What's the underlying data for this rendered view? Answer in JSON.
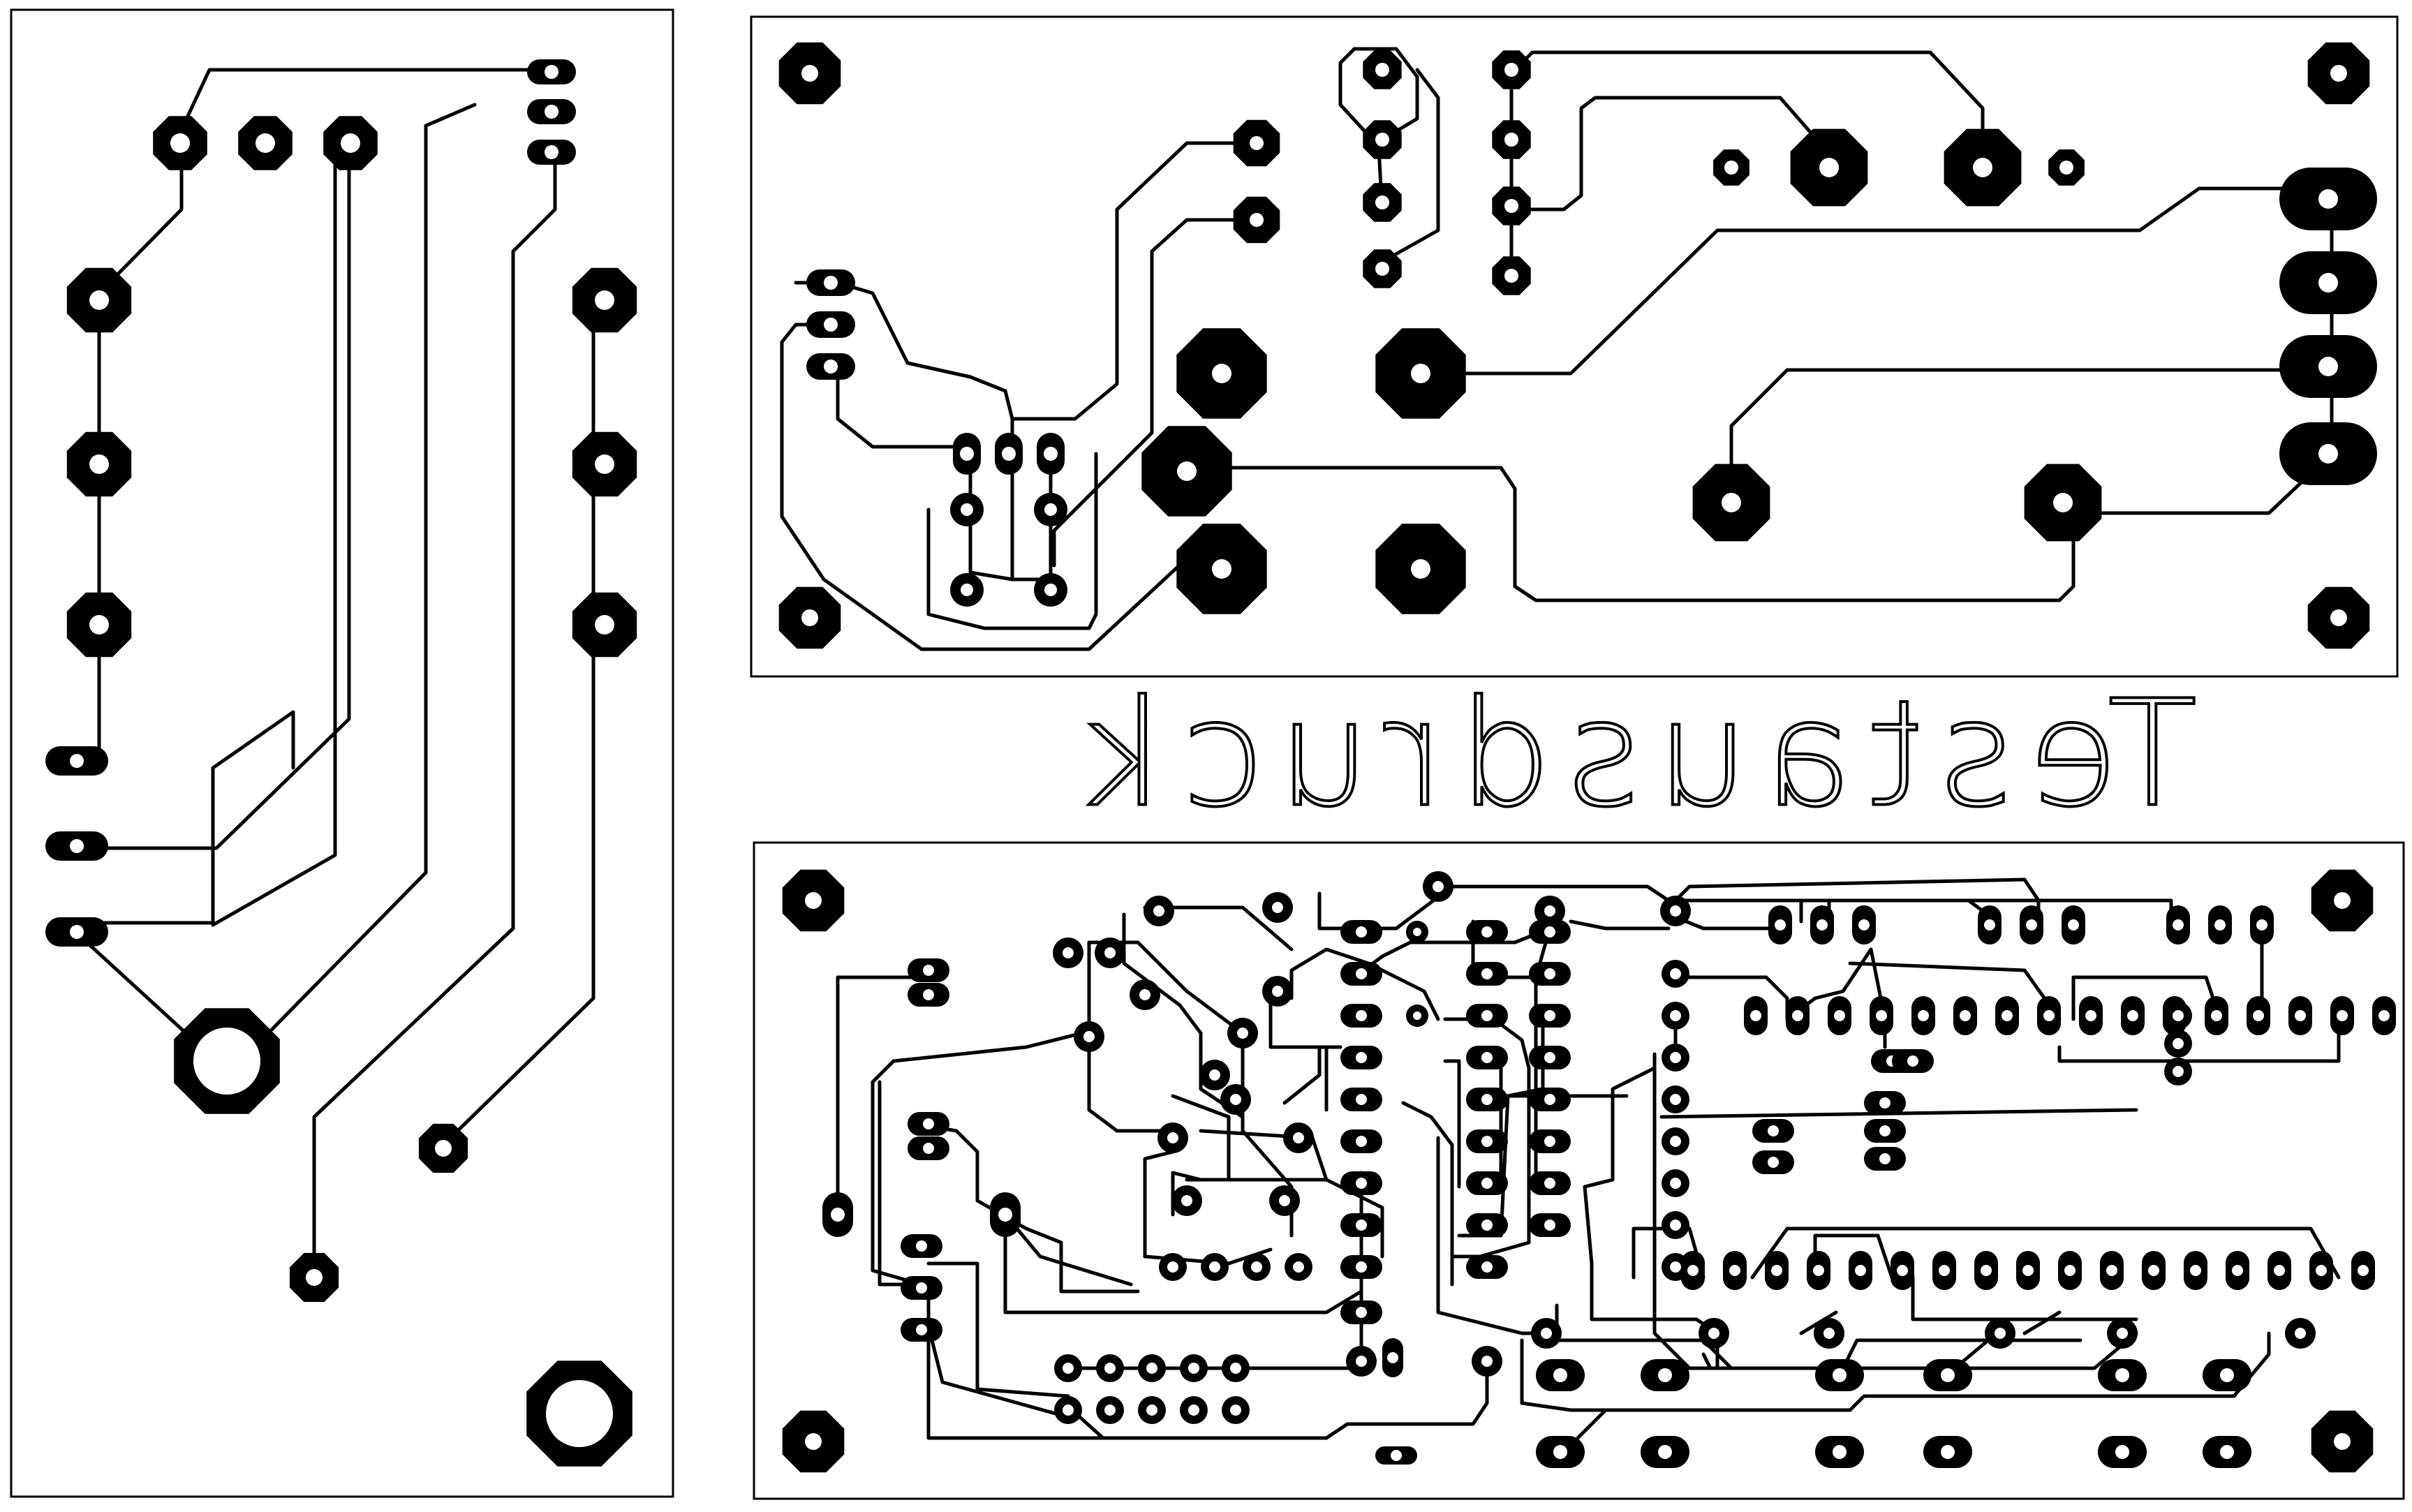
{
  "caption": {
    "text": "Testausdruck",
    "mirrored": true
  },
  "boards": [
    {
      "id": "left-board"
    },
    {
      "id": "top-right-board"
    },
    {
      "id": "bottom-right-board"
    }
  ],
  "colors": {
    "background": "#ffffff",
    "copper": "#000000",
    "drill": "#ffffff"
  }
}
